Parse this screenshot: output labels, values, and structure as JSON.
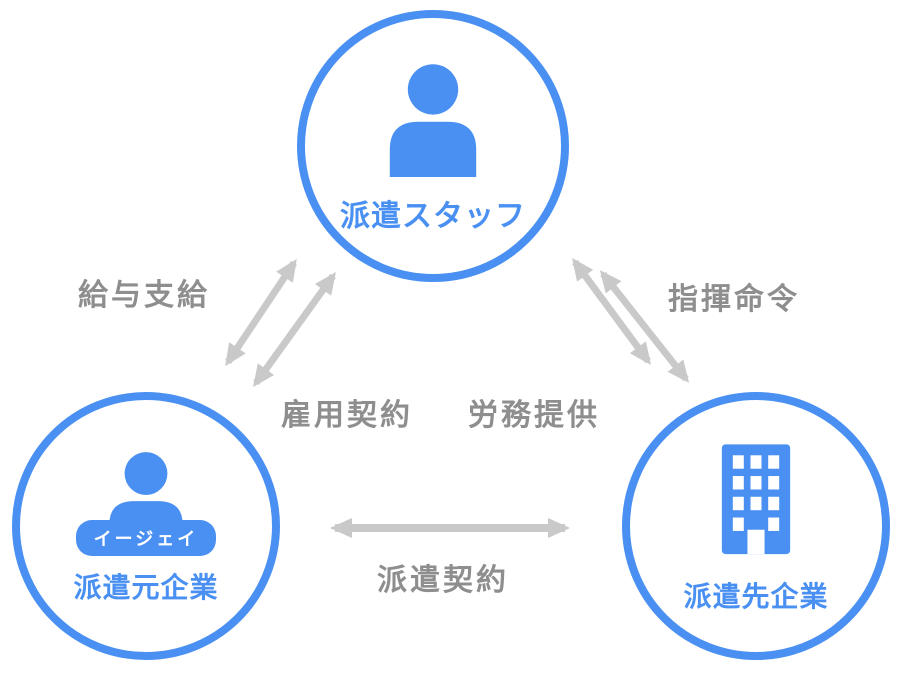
{
  "colors": {
    "accent": "#4a90f2",
    "arrow": "#c9c9c9",
    "edge_label": "#8e8e8e",
    "node_bg": "#ffffff"
  },
  "nodes": {
    "staff": {
      "label": "派遣スタッフ",
      "icon": "person-icon"
    },
    "agency": {
      "label": "派遣元企業",
      "badge": "イージェイ",
      "icon": "person-icon"
    },
    "client": {
      "label": "派遣先企業",
      "icon": "building-icon"
    }
  },
  "edges": {
    "salary": {
      "label": "給与支給"
    },
    "employment": {
      "label": "雇用契約"
    },
    "labor": {
      "label": "労務提供"
    },
    "command": {
      "label": "指揮命令"
    },
    "dispatch": {
      "label": "派遣契約"
    }
  }
}
